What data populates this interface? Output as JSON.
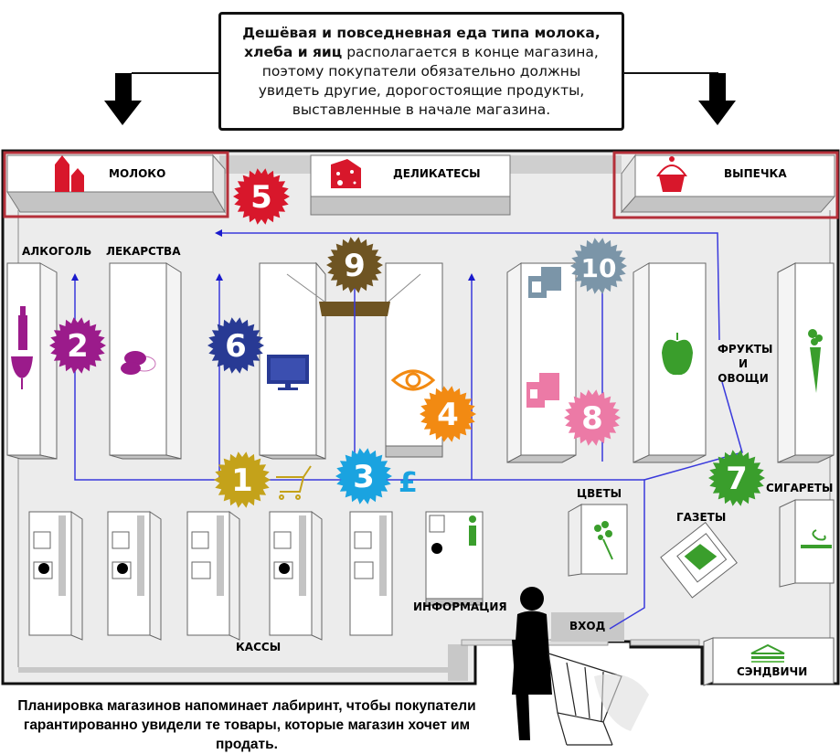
{
  "callout": {
    "bold_text": "Дешёвая и повседневная еда типа молока, хлеба и яиц",
    "regular_text": " располагается в конце магазина, поэтому покупатели обязательно должны увидеть другие, дорогостоящие продукты, выставленные в начале магазина."
  },
  "sections": {
    "milk": "МОЛОКО",
    "deli": "ДЕЛИКАТЕСЫ",
    "bakery": "ВЫПЕЧКА",
    "alcohol": "АЛКОГОЛЬ",
    "medicine": "ЛЕКАРСТВА",
    "fruits_veg_line1": "ФРУКТЫ",
    "fruits_veg_line2": "И",
    "fruits_veg_line3": "ОВОЩИ",
    "flowers": "ЦВЕТЫ",
    "newspapers": "ГАЗЕТЫ",
    "cigarettes": "СИГАРЕТЫ",
    "info": "ИНФОРМАЦИЯ",
    "checkouts": "КАССЫ",
    "entrance": "ВХОД",
    "sandwiches": "СЭНДВИЧИ"
  },
  "badges": [
    {
      "num": "1",
      "color": "#c4a21a"
    },
    {
      "num": "2",
      "color": "#9b1b8b"
    },
    {
      "num": "3",
      "color": "#1aa3e0"
    },
    {
      "num": "4",
      "color": "#f28a12"
    },
    {
      "num": "5",
      "color": "#d8172b"
    },
    {
      "num": "6",
      "color": "#283a94"
    },
    {
      "num": "7",
      "color": "#3a9e2c"
    },
    {
      "num": "8",
      "color": "#ec7aa6"
    },
    {
      "num": "9",
      "color": "#6e5422"
    },
    {
      "num": "10",
      "color": "#7b95a8"
    }
  ],
  "highlight_color": "#b5303a",
  "route_color": "#3a3adc",
  "caption": "Планировка магазинов напоминает лабиринт, чтобы покупатели гарантированно увидели те товары, которые магазин хочет им продать."
}
